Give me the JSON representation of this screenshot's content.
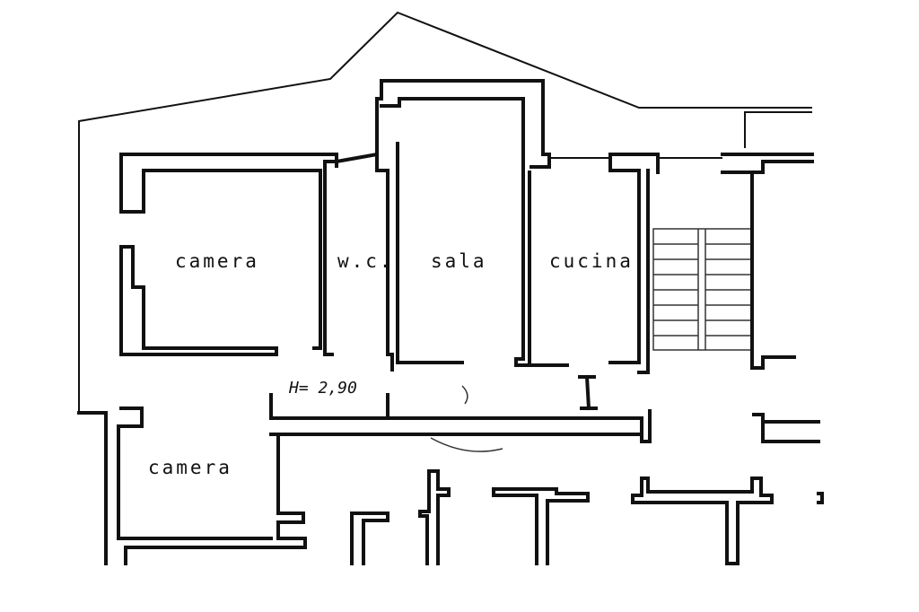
{
  "plan": {
    "rooms": [
      {
        "id": "camera-1",
        "label": "camera"
      },
      {
        "id": "wc",
        "label": "w.c."
      },
      {
        "id": "sala",
        "label": "sala"
      },
      {
        "id": "cucina",
        "label": "cucina"
      },
      {
        "id": "camera-2",
        "label": "camera"
      }
    ],
    "ceiling_height": "H= 2,90",
    "colors": {
      "ink": "#111111",
      "paper": "#ffffff"
    }
  }
}
